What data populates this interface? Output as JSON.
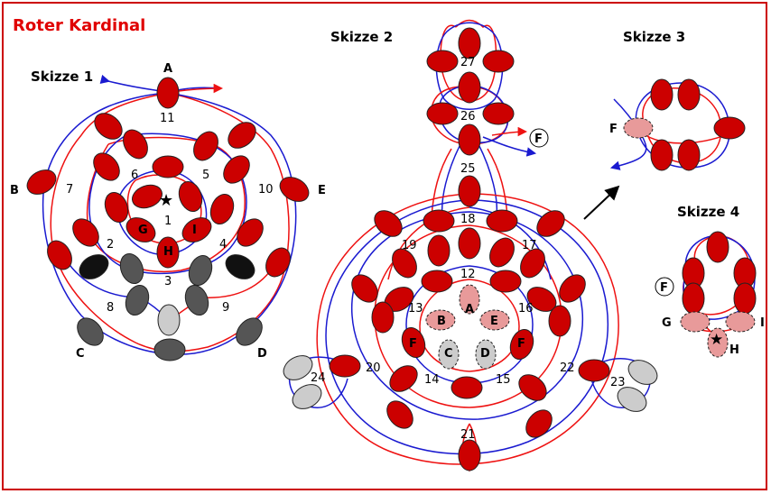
{
  "title": "Roter Kardinal",
  "sketches": {
    "s1": "Skizze 1",
    "s2": "Skizze 2",
    "s3": "Skizze 3",
    "s4": "Skizze 4"
  },
  "colors": {
    "frame": "#cc0000",
    "bead_red": "#cc0000",
    "bead_dark": "#555555",
    "bead_black": "#111111",
    "bead_light": "#cccccc",
    "bead_pink": "#e89a9a",
    "thread_red": "#ee1111",
    "thread_blue": "#1a1ad0"
  },
  "sketch1": {
    "letters": [
      "A",
      "B",
      "C",
      "D",
      "E",
      "G",
      "H",
      "I"
    ],
    "numbers": [
      "1",
      "2",
      "3",
      "4",
      "5",
      "6",
      "7",
      "8",
      "9",
      "10",
      "11"
    ]
  },
  "sketch2": {
    "numbers": [
      "12",
      "13",
      "14",
      "15",
      "16",
      "17",
      "18",
      "19",
      "20",
      "21",
      "22",
      "23",
      "24",
      "25",
      "26",
      "27"
    ],
    "letters": [
      "A",
      "B",
      "C",
      "D",
      "E",
      "F",
      "F",
      "F"
    ]
  },
  "sketch3": {
    "letters": [
      "F"
    ]
  },
  "sketch4": {
    "letters": [
      "F",
      "G",
      "H",
      "I"
    ]
  }
}
